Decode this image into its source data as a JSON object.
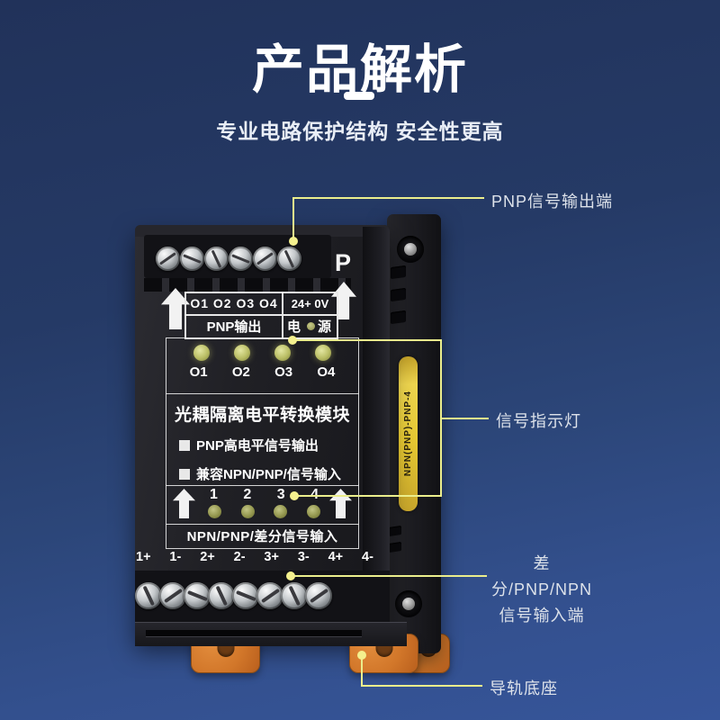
{
  "header": {
    "title": "产品解析",
    "subtitle": "专业电路保护结构 安全性更高"
  },
  "callouts": {
    "pnp_output": "PNP信号输出端",
    "indicator": "信号指示灯",
    "diff_input_line1": "差分/PNP/NPN",
    "diff_input_line2": "信号输入端",
    "rail_base": "导轨底座"
  },
  "module": {
    "p_label": "P",
    "output_table": {
      "row1_left": "O1 O2 O3 O4",
      "row1_right": "24+ 0V",
      "row2_left": "PNP输出",
      "row2_right": "电　源"
    },
    "led_labels": [
      "O1",
      "O2",
      "O3",
      "O4"
    ],
    "name": "光耦隔离电平转换模块",
    "features": [
      "PNP高电平信号输出",
      "兼容NPN/PNP/信号输入"
    ],
    "input_numbers": [
      "1",
      "2",
      "3",
      "4"
    ],
    "input_label": "NPN/PNP/差分信号输入",
    "terminal_labels": [
      "1+",
      "1-",
      "2+",
      "2-",
      "3+",
      "3-",
      "4+",
      "4-"
    ],
    "side_label": "NPN(PNP)-PNP-4"
  },
  "colors": {
    "background_top": "#21325a",
    "background_bottom": "#36559a",
    "callout_line": "#ebee8c",
    "clip_orange": "#d2772a",
    "led_green": "#b9bd64",
    "side_label_yellow": "#e6c832"
  }
}
